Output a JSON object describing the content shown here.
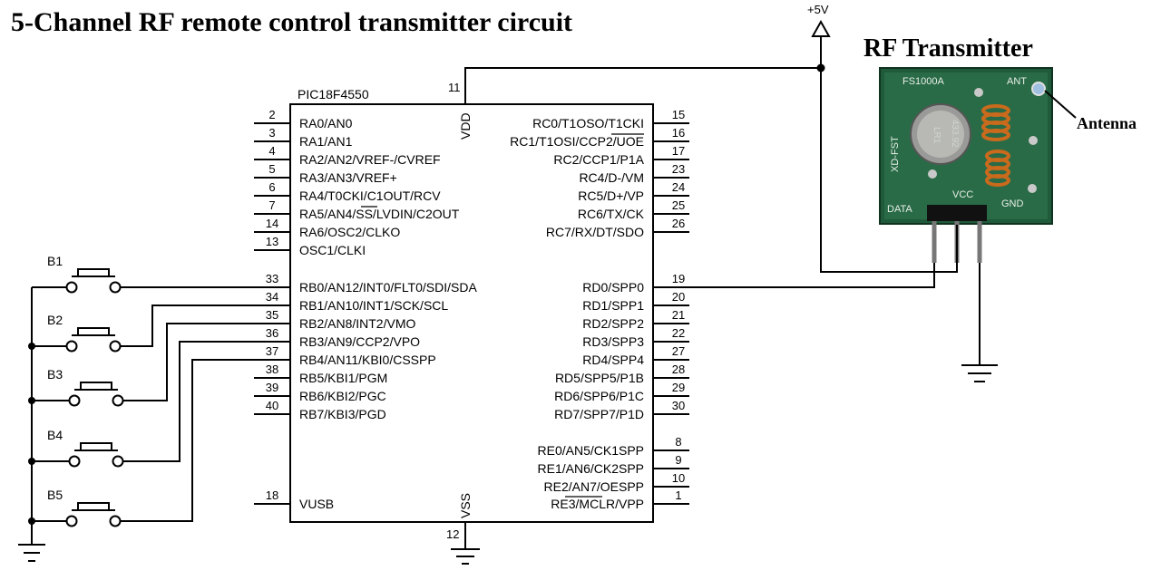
{
  "title": "5-Channel RF remote control transmitter circuit",
  "rf_transmitter": {
    "heading": "RF Transmitter",
    "module_label": "FS1000A",
    "ant_label": "ANT",
    "pcb_label": "XD-FST",
    "crystal_label": "433.92",
    "crystal_sub": "LR1",
    "data_label": "DATA",
    "vcc_label": "VCC",
    "gnd_label": "GND"
  },
  "antenna_label": "Antenna",
  "power_label": "+5V",
  "chip": {
    "name": "PIC18F4550",
    "vdd_label": "VDD",
    "vdd_pin": "11",
    "vss_label": "VSS",
    "vss_pin": "12",
    "left_pins": [
      {
        "num": "2",
        "name": "RA0/AN0"
      },
      {
        "num": "3",
        "name": "RA1/AN1"
      },
      {
        "num": "4",
        "name": "RA2/AN2/VREF-/CVREF"
      },
      {
        "num": "5",
        "name": "RA3/AN3/VREF+"
      },
      {
        "num": "6",
        "name": "RA4/T0CKI/C1OUT/RCV"
      },
      {
        "num": "7",
        "name": "RA5/AN4/SS/LVDIN/C2OUT"
      },
      {
        "num": "14",
        "name": "RA6/OSC2/CLKO"
      },
      {
        "num": "13",
        "name": "OSC1/CLKI"
      },
      {
        "num": "33",
        "name": "RB0/AN12/INT0/FLT0/SDI/SDA"
      },
      {
        "num": "34",
        "name": "RB1/AN10/INT1/SCK/SCL"
      },
      {
        "num": "35",
        "name": "RB2/AN8/INT2/VMO"
      },
      {
        "num": "36",
        "name": "RB3/AN9/CCP2/VPO"
      },
      {
        "num": "37",
        "name": "RB4/AN11/KBI0/CSSPP"
      },
      {
        "num": "38",
        "name": "RB5/KBI1/PGM"
      },
      {
        "num": "39",
        "name": "RB6/KBI2/PGC"
      },
      {
        "num": "40",
        "name": "RB7/KBI3/PGD"
      },
      {
        "num": "18",
        "name": "VUSB"
      }
    ],
    "right_pins": [
      {
        "num": "15",
        "name": "RC0/T1OSO/T1CKI"
      },
      {
        "num": "16",
        "name": "RC1/T1OSI/CCP2/UOE"
      },
      {
        "num": "17",
        "name": "RC2/CCP1/P1A"
      },
      {
        "num": "23",
        "name": "RC4/D-/VM"
      },
      {
        "num": "24",
        "name": "RC5/D+/VP"
      },
      {
        "num": "25",
        "name": "RC6/TX/CK"
      },
      {
        "num": "26",
        "name": "RC7/RX/DT/SDO"
      },
      {
        "num": "19",
        "name": "RD0/SPP0"
      },
      {
        "num": "20",
        "name": "RD1/SPP1"
      },
      {
        "num": "21",
        "name": "RD2/SPP2"
      },
      {
        "num": "22",
        "name": "RD3/SPP3"
      },
      {
        "num": "27",
        "name": "RD4/SPP4"
      },
      {
        "num": "28",
        "name": "RD5/SPP5/P1B"
      },
      {
        "num": "29",
        "name": "RD6/SPP6/P1C"
      },
      {
        "num": "30",
        "name": "RD7/SPP7/P1D"
      },
      {
        "num": "8",
        "name": "RE0/AN5/CK1SPP"
      },
      {
        "num": "9",
        "name": "RE1/AN6/CK2SPP"
      },
      {
        "num": "10",
        "name": "RE2/AN7/OESPP"
      },
      {
        "num": "1",
        "name": "RE3/MCLR/VPP"
      }
    ]
  },
  "buttons": [
    "B1",
    "B2",
    "B3",
    "B4",
    "B5"
  ]
}
